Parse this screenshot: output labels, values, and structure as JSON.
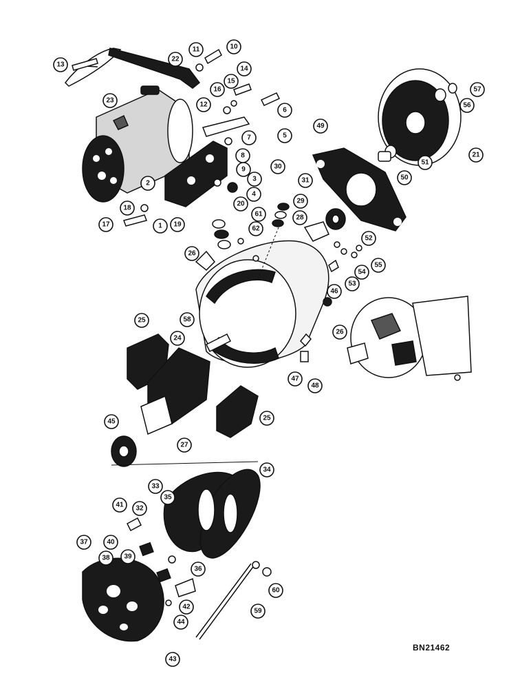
{
  "figure_code": "BN21462",
  "callouts": [
    "13",
    "22",
    "11",
    "10",
    "14",
    "15",
    "16",
    "23",
    "12",
    "6",
    "5",
    "7",
    "8",
    "9",
    "3",
    "4",
    "2",
    "18",
    "20",
    "19",
    "1",
    "17",
    "30",
    "31",
    "29",
    "28",
    "61",
    "62",
    "26",
    "49",
    "57",
    "56",
    "21",
    "51",
    "50",
    "52",
    "55",
    "54",
    "53",
    "46",
    "25",
    "58",
    "24",
    "47",
    "48",
    "45",
    "27",
    "34",
    "33",
    "35",
    "32",
    "41",
    "40",
    "37",
    "38",
    "39",
    "36",
    "60",
    "42",
    "59",
    "44",
    "43"
  ]
}
